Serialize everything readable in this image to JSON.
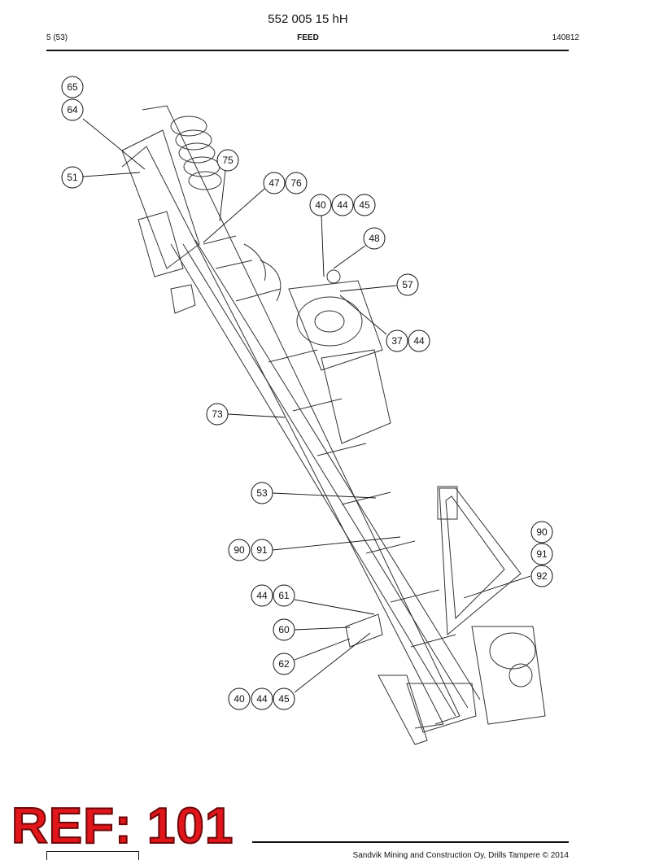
{
  "header": {
    "document_number": "552 005 15 hH",
    "page": "5 (53)",
    "section": "FEED",
    "date_code": "140812"
  },
  "callouts": [
    {
      "label": "65"
    },
    {
      "label": "64"
    },
    {
      "label": "51"
    },
    {
      "label": "75"
    },
    {
      "label": "47"
    },
    {
      "label": "76"
    },
    {
      "label": "40"
    },
    {
      "label": "44"
    },
    {
      "label": "45"
    },
    {
      "label": "48"
    },
    {
      "label": "57"
    },
    {
      "label": "37"
    },
    {
      "label": "44"
    },
    {
      "label": "73"
    },
    {
      "label": "53"
    },
    {
      "label": "90"
    },
    {
      "label": "91"
    },
    {
      "label": "90"
    },
    {
      "label": "91"
    },
    {
      "label": "92"
    },
    {
      "label": "44"
    },
    {
      "label": "61"
    },
    {
      "label": "60"
    },
    {
      "label": "62"
    },
    {
      "label": "40"
    },
    {
      "label": "44"
    },
    {
      "label": "45"
    }
  ],
  "stamp": {
    "text": "REF: 101",
    "color": "#e0161b"
  },
  "footer": {
    "copyright": "Sandvik Mining and Construction Oy, Drills Tampere © 2014"
  }
}
